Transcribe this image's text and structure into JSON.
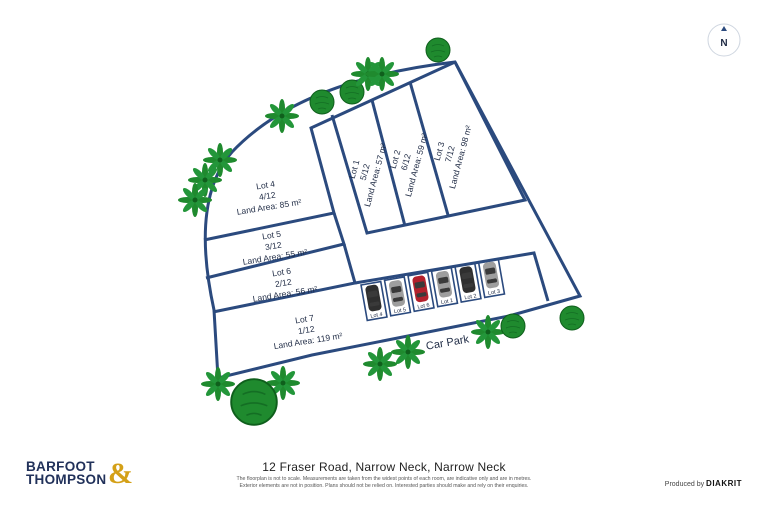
{
  "compass": {
    "letter": "N"
  },
  "lots": {
    "lot1": {
      "name": "Lot 1",
      "share": "5/12",
      "area": "Land Area: 57 m²"
    },
    "lot2": {
      "name": "Lot 2",
      "share": "6/12",
      "area": "Land Area: 59 m²"
    },
    "lot3": {
      "name": "Lot 3",
      "share": "7/12",
      "area": "Land Area: 98 m²"
    },
    "lot4": {
      "name": "Lot 4",
      "share": "4/12",
      "area": "Land Area: 85 m²"
    },
    "lot5": {
      "name": "Lot 5",
      "share": "3/12",
      "area": "Land Area: 55 m²"
    },
    "lot6": {
      "name": "Lot 6",
      "share": "2/12",
      "area": "Land Area: 56 m²"
    },
    "lot7": {
      "name": "Lot 7",
      "share": "1/12",
      "area": "Land Area: 119 m²"
    }
  },
  "parking": {
    "title": "Car Park",
    "bays": [
      "Lot 4",
      "Lot 5",
      "Lot 6",
      "Lot 1",
      "Lot 2",
      "Lot 3"
    ],
    "car_color": "#9e9e9e",
    "accent_car_color": "#b3202c"
  },
  "footer": {
    "address": "12 Fraser Road, Narrow Neck, Narrow Neck",
    "disclaimer_line1": "The floorplan is not to scale. Measurements are taken from the widest points of each room, are indicative only and are in metres.",
    "disclaimer_line2": "Exterior elements are not in position. Plans should not be relied on. Interested parties should make and rely on their enquiries.",
    "brand_line1": "BARFOOT",
    "brand_line2": "THOMPSON",
    "brand_amp": "&",
    "produced_by": "Produced by",
    "producer": "DIAKRIT"
  },
  "colors": {
    "boundary": "#2b4a7e",
    "tree": "#1f8a2e",
    "tree_dark": "#0f5f1c"
  }
}
